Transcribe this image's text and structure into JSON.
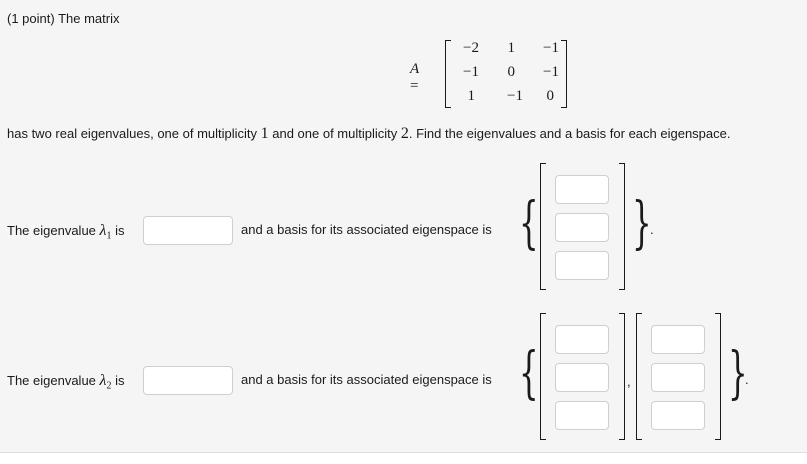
{
  "problem": {
    "intro": "(1 point) The matrix",
    "matrix_label": "A",
    "equals": "=",
    "matrix": [
      [
        "−2",
        "1",
        "−1"
      ],
      [
        "−1",
        "0",
        "−1"
      ],
      [
        "1",
        "−1",
        "0"
      ]
    ],
    "description": {
      "part1": "has two real eigenvalues, one of multiplicity ",
      "m1": "1",
      "part2": " and one of multiplicity ",
      "m2": "2",
      "part3": ". Find the eigenvalues and a basis for each eigenspace."
    }
  },
  "eigen1": {
    "label_prefix": "The eigenvalue ",
    "lambda": "λ",
    "subscript": "1",
    "label_suffix": " is",
    "value": "",
    "basis_text": "and a basis for its associated eigenspace is",
    "open_brace": "{",
    "close_brace": "}",
    "end_punct": ".",
    "vectors": [
      [
        "",
        "",
        ""
      ]
    ]
  },
  "eigen2": {
    "label_prefix": "The eigenvalue ",
    "lambda": "λ",
    "subscript": "2",
    "label_suffix": " is",
    "value": "",
    "basis_text": "and a basis for its associated eigenspace is",
    "open_brace": "{",
    "close_brace": "}",
    "separator": ",",
    "end_punct": ".",
    "vectors": [
      [
        "",
        "",
        ""
      ],
      [
        "",
        "",
        ""
      ]
    ]
  }
}
